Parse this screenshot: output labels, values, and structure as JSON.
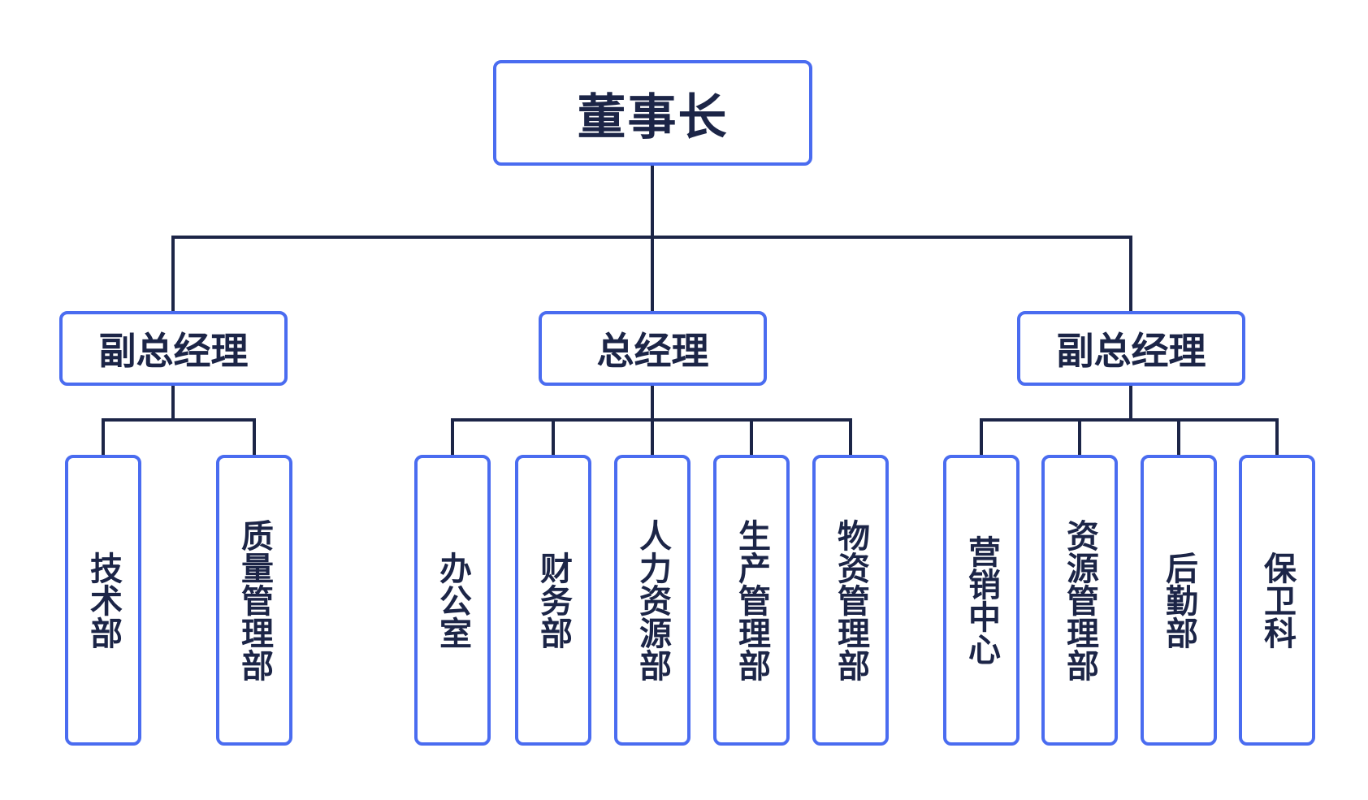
{
  "chart": {
    "root": {
      "label": "董事长"
    },
    "managers": [
      {
        "label": "副总经理",
        "departments": [
          "技术部",
          "质量管理部"
        ]
      },
      {
        "label": "总经理",
        "departments": [
          "办公室",
          "财务部",
          "人力资源部",
          "生产管理部",
          "物资管理部"
        ]
      },
      {
        "label": "副总经理",
        "departments": [
          "营销中心",
          "资源管理部",
          "后勤部",
          "保卫科"
        ]
      }
    ]
  },
  "colors": {
    "box_border": "#4a6cf0",
    "connector": "#1c2547",
    "text": "#1c2547"
  }
}
